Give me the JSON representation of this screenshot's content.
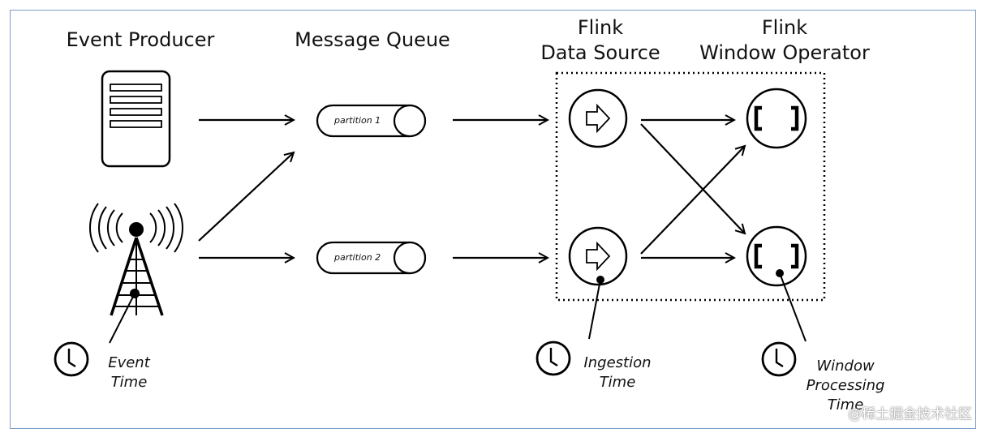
{
  "headings": {
    "event_producer": "Event Producer",
    "message_queue": "Message Queue",
    "data_source_line1": "Flink",
    "data_source_line2": "Data Source",
    "window_operator_line1": "Flink",
    "window_operator_line2": "Window Operator"
  },
  "partitions": {
    "p1": "partition 1",
    "p2": "partition 2"
  },
  "time_labels": {
    "event_line1": "Event",
    "event_line2": "Time",
    "ingestion_line1": "Ingestion",
    "ingestion_line2": "Time",
    "window_line1": "Window",
    "window_line2": "Processing",
    "window_line3": "Time"
  },
  "watermark": "@稀土掘金技术社区",
  "icons": {
    "producer": "server-icon",
    "device": "radio-tower-icon",
    "source": "arrow-right-icon",
    "operator": "window-bracket-icon",
    "time": "clock-icon"
  },
  "colors": {
    "stroke": "#000000",
    "frame": "#7a9cc6"
  }
}
